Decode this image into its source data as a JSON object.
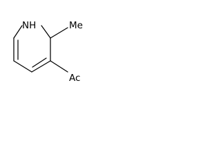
{
  "structure": {
    "atoms": {
      "n1": "NH",
      "methyl": "Me",
      "acetyl": "Ac"
    }
  }
}
